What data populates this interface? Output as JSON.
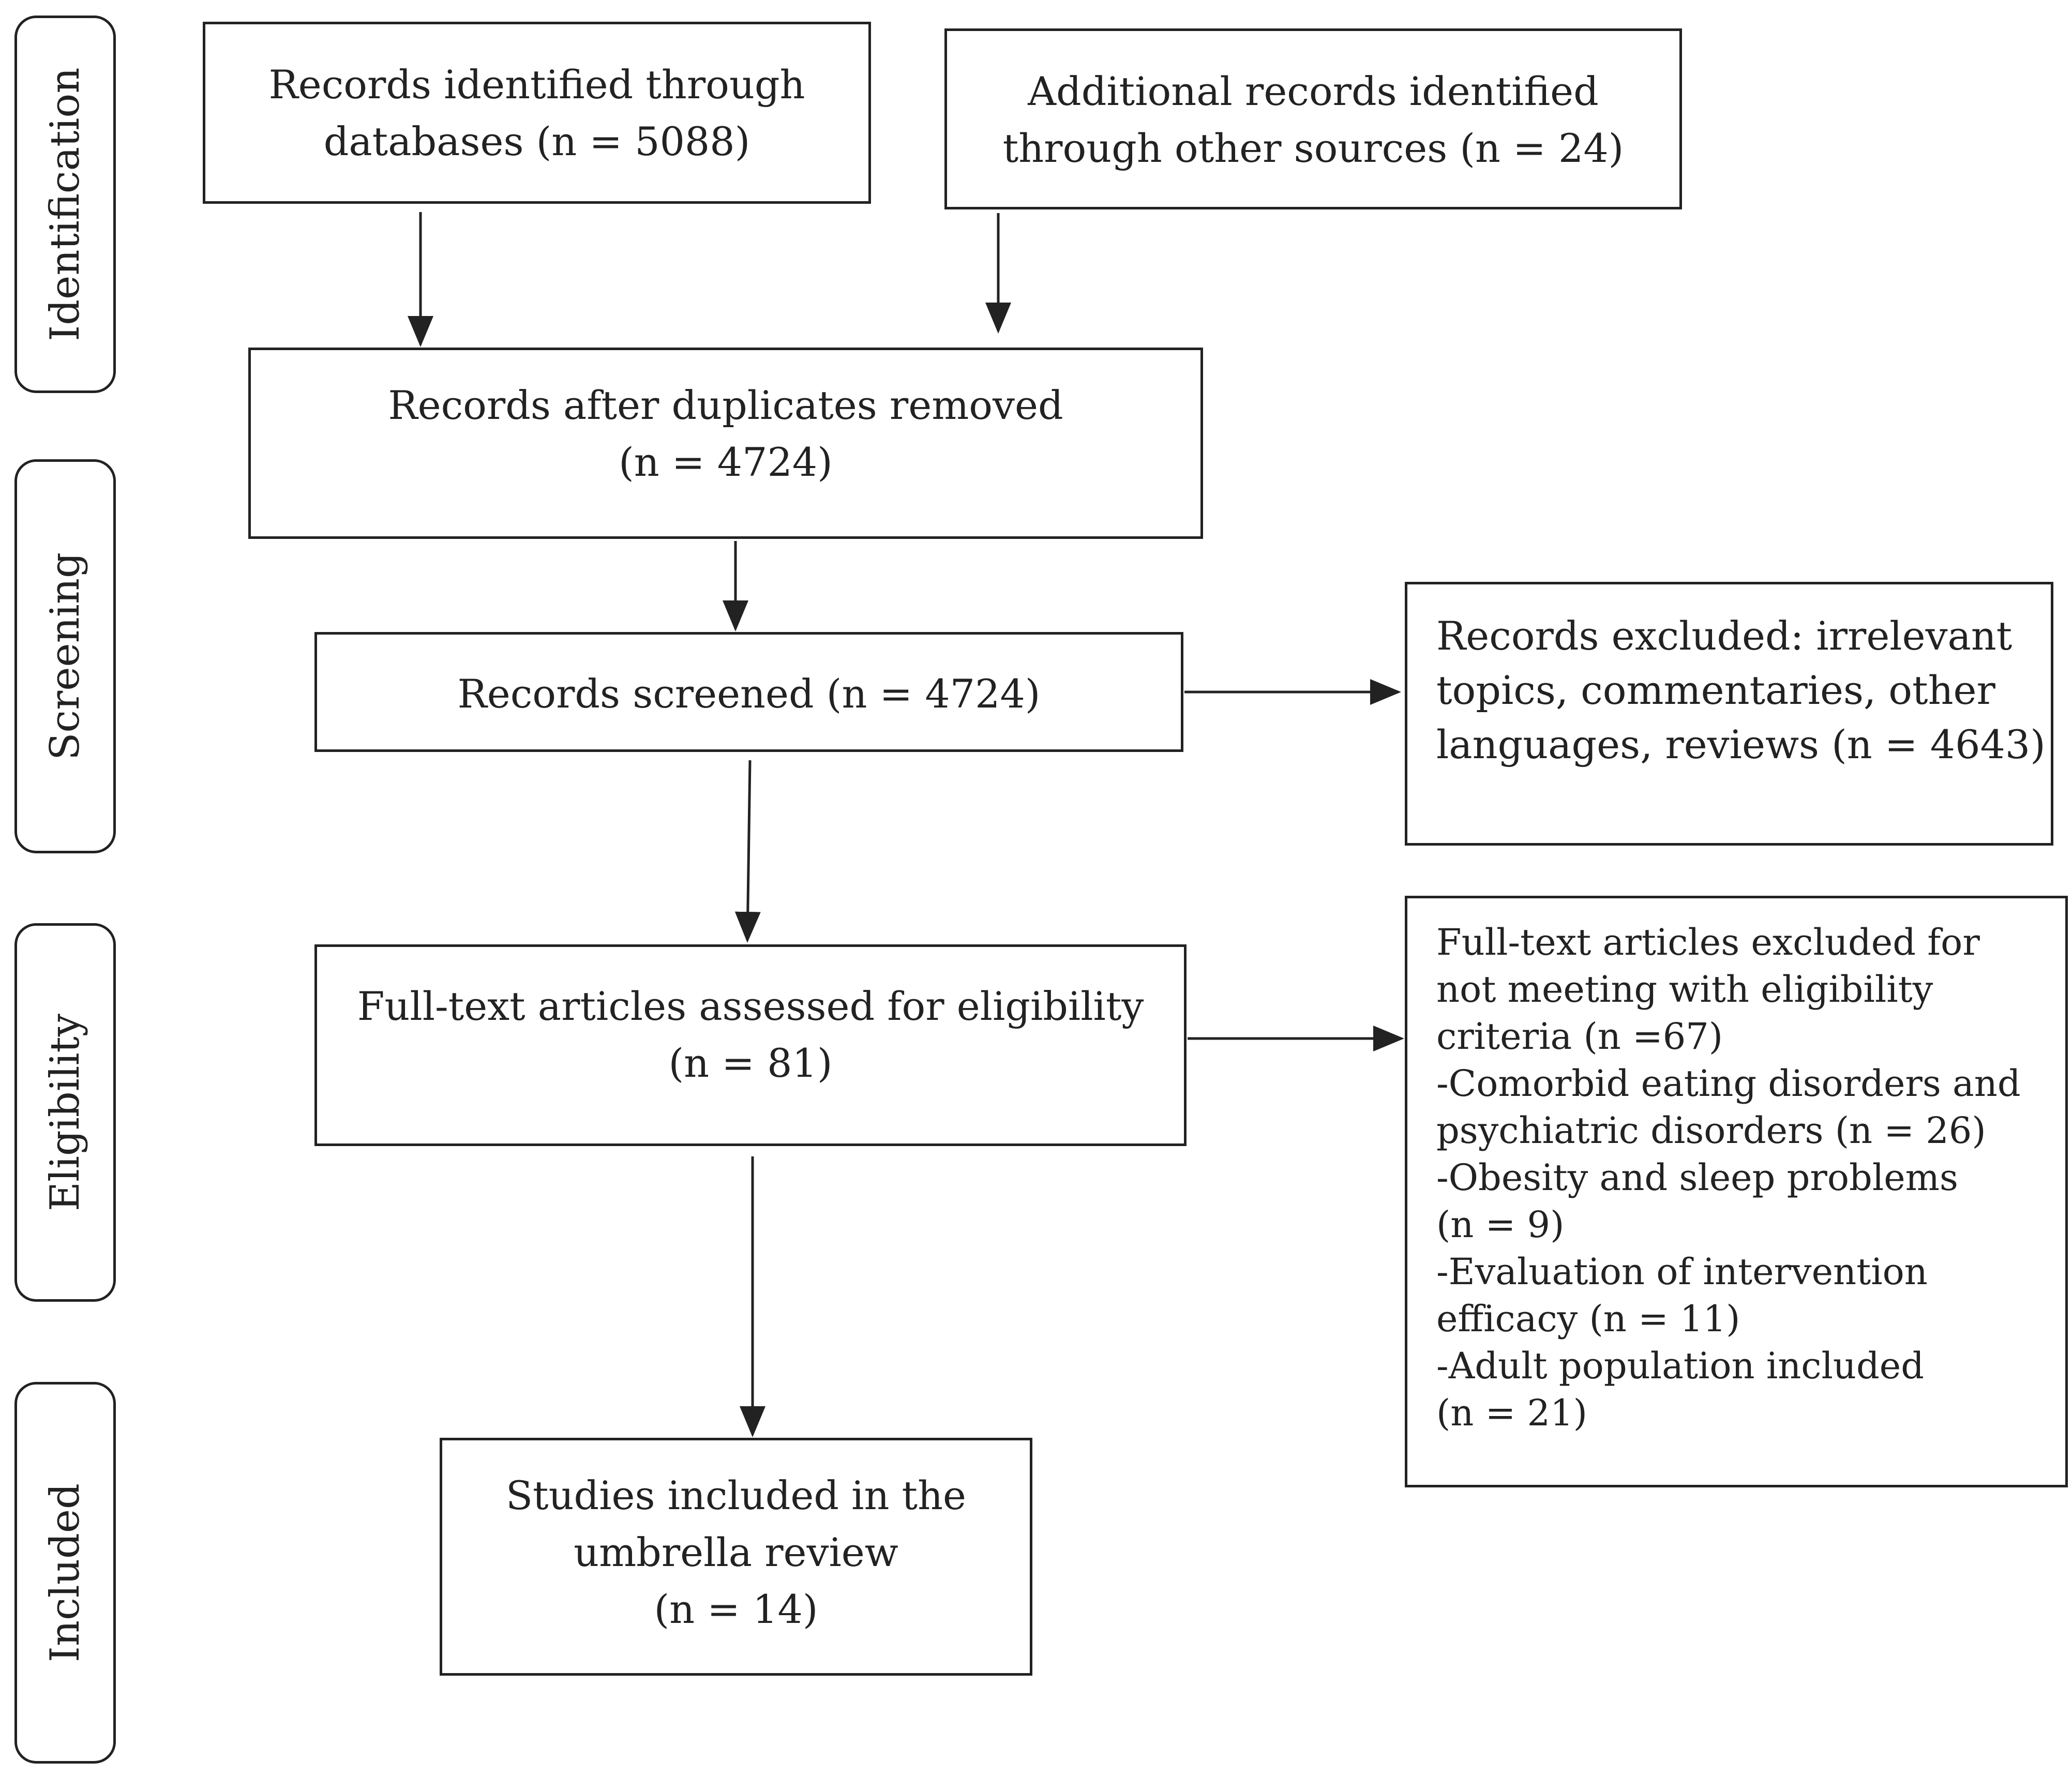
{
  "stages": {
    "identification": "Identification",
    "screening": "Screening",
    "eligibility": "Eligibility",
    "included": "Included"
  },
  "boxes": {
    "databases": {
      "line1": "Records identified through",
      "line2": "databases (n = 5088)"
    },
    "other_sources": {
      "line1": "Additional records identified",
      "line2": "through other sources (n = 24)"
    },
    "duplicates_removed": {
      "line1": "Records after duplicates removed",
      "line2": "(n = 4724)"
    },
    "screened": {
      "line1": "Records screened (n = 4724)"
    },
    "excluded_records": {
      "line1": "Records excluded: irrelevant",
      "line2": "topics, commentaries, other",
      "line3": "languages, reviews (n = 4643)"
    },
    "fulltext_assessed": {
      "line1": "Full-text articles assessed for eligibility",
      "line2": "(n = 81)"
    },
    "fulltext_excluded": {
      "lines": [
        "Full-text articles excluded for",
        "not meeting with eligibility",
        "criteria (n  =67)",
        "-Comorbid eating disorders and",
        "psychiatric disorders (n = 26)",
        "-Obesity and sleep problems",
        "(n = 9)",
        "-Evaluation of intervention",
        "efficacy (n = 11)",
        "-Adult population included",
        "(n = 21)"
      ]
    },
    "included_studies": {
      "line1": "Studies included in the",
      "line2": "umbrella review",
      "line3": "(n = 14)"
    }
  }
}
